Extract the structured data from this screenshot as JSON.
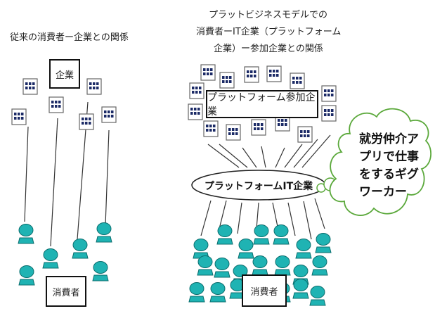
{
  "left_panel": {
    "title": "従来の消費者ー企業との関係",
    "company_label": "企業",
    "consumer_label": "消費者"
  },
  "right_panel": {
    "title_lines": [
      "プラットビジネスモデルでの",
      "消費者ーIT企業（プラットフォーム",
      "企業）ー参加企業との関係"
    ],
    "participant_label": "プラットフォーム参加企業",
    "platform_label": "プラットフォームIT企業",
    "consumer_label": "消費者",
    "gig_worker_lines": [
      "就労仲介ア",
      "プリで仕事",
      "をするギグ",
      "ワーカー"
    ]
  },
  "colors": {
    "person": "#1fb3b3",
    "building_window": "#1b2a66",
    "cloud_stroke": "#5aa83a",
    "line": "#333333"
  }
}
